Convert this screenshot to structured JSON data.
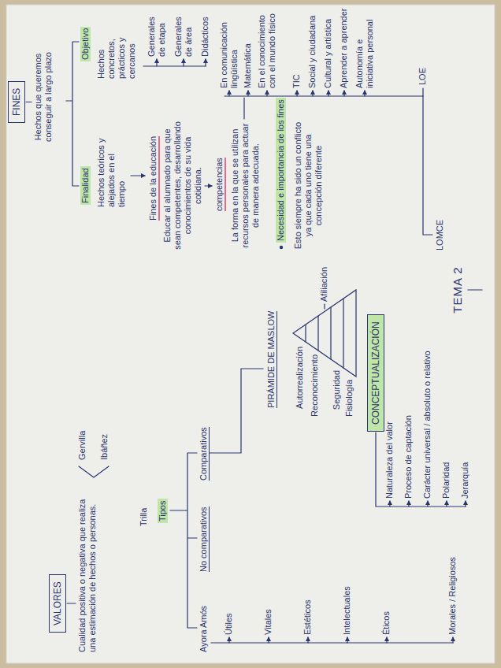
{
  "diagram": {
    "title": "TEMA 2",
    "nodes": [
      {
        "text": [
          "FINES"
        ]
      },
      {
        "text": [
          "VALORES"
        ]
      },
      {
        "text": [
          "CONCEPTUALIZACIÓN"
        ]
      }
    ],
    "labels": [
      "Hechos que queremos conseguir a largo plazo",
      "Objetivo",
      "Hechos concretos, prácticos y cercanos",
      "Generales de etapa",
      "Generales de área",
      "Didácticos",
      "Finalidad",
      "Hechos teóricos y alejados en el tiempo",
      "Fines de la educación",
      "Educar al alumnado para que sean competentes, desarrollando conocimientos de su vida cotidiana.",
      "competencias",
      "La forma en la que se utilizan recursos personales para actuar de manera adecuada.",
      "En comunicación lingüística",
      "Matemática",
      "En el conocimiento con el mundo físico",
      "TIC",
      "Social y ciudadana",
      "Cultural y artística",
      "Aprender a aprender",
      "Autonomía e iniciativa personal",
      "Necesidad e importancia de los fines",
      "Esto siempre ha sido un conflicto ya que cada uno tiene una concepción diferente",
      "LOE",
      "LOMCE",
      "Cualidad positiva o negativa que realiza una estimación de hechos o personas.",
      "Gervilla",
      "Ibáñez",
      "Trilla",
      "Tipos",
      "Comparativos",
      "No comparativos",
      "Ayora Amós",
      "Útiles",
      "Vitales",
      "Estéticos",
      "Intelectuales",
      "Éticos",
      "Morales / Religiosos",
      "PIRÁMIDE DE MASLOW",
      "Autorrealización",
      "Reconocimiento",
      "Afiliación",
      "Seguridad",
      "Fisiología",
      "Naturaleza del valor",
      "Proceso de captación",
      "Carácter universal / absoluto o relativo",
      "Polaridad",
      "Jerarquía"
    ]
  }
}
